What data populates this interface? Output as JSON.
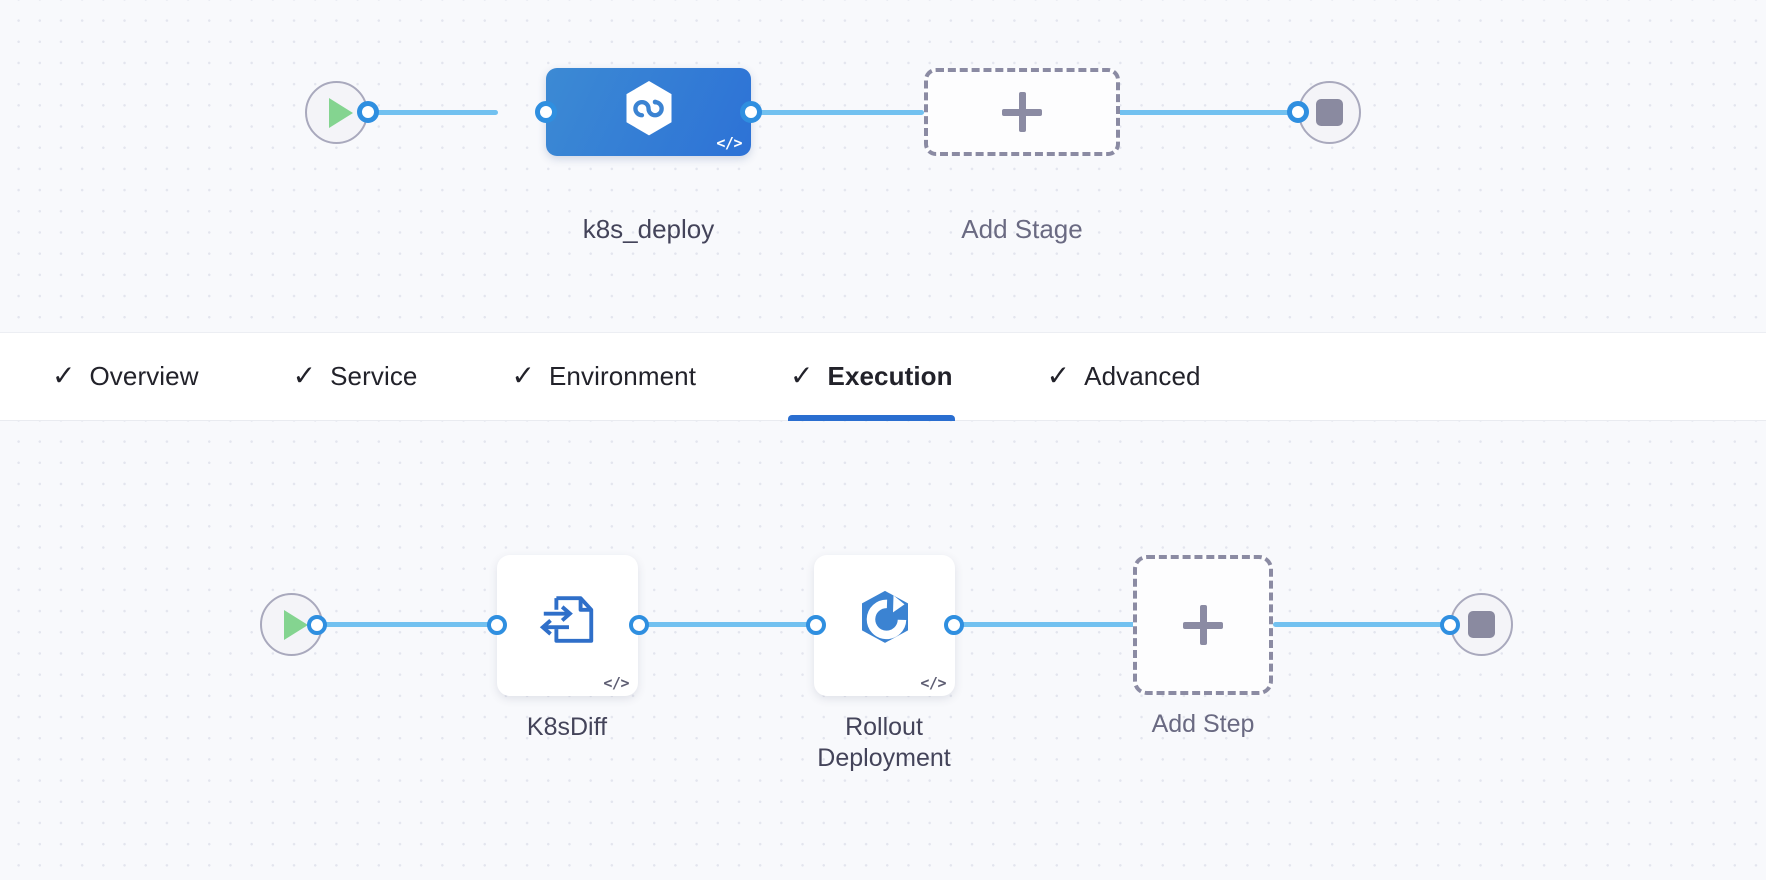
{
  "background": {
    "canvas_color": "#f8f9fc",
    "dot_color": "#e3e5ee",
    "wire_color": "#72c1f0",
    "accent_color": "#2a6ed0",
    "stage_color": "#2d72d6",
    "play_color": "#84d490",
    "stop_color": "#8a8aa0",
    "dashed_color": "#8b8ba3"
  },
  "stage_row": {
    "start_node": {
      "icon": "play-icon",
      "label": ""
    },
    "nodes": [
      {
        "id": "k8s-deploy",
        "label": "k8s_deploy",
        "icon": "kubernetes-hexagon-icon",
        "badge": "</>",
        "type": "stage",
        "selected": true
      },
      {
        "id": "add-stage",
        "label": "Add Stage",
        "icon": "plus-icon",
        "type": "add"
      }
    ],
    "end_node": {
      "icon": "stop-icon",
      "label": ""
    }
  },
  "tabs": {
    "items": [
      {
        "id": "overview",
        "label": "Overview",
        "check": "✓",
        "active": false
      },
      {
        "id": "service",
        "label": "Service",
        "check": "✓",
        "active": false
      },
      {
        "id": "environment",
        "label": "Environment",
        "check": "✓",
        "active": false
      },
      {
        "id": "execution",
        "label": "Execution",
        "check": "✓",
        "active": true
      },
      {
        "id": "advanced",
        "label": "Advanced",
        "check": "✓",
        "active": false
      }
    ]
  },
  "step_row": {
    "start_node": {
      "icon": "play-icon",
      "label": ""
    },
    "nodes": [
      {
        "id": "k8s-diff",
        "label": "K8sDiff",
        "icon": "file-swap-icon",
        "badge": "</>",
        "type": "step"
      },
      {
        "id": "rollout-deployment",
        "label": "Rollout\nDeployment",
        "icon": "rollout-hexagon-icon",
        "badge": "</>",
        "type": "step"
      },
      {
        "id": "add-step",
        "label": "Add Step",
        "icon": "plus-icon",
        "type": "add"
      }
    ],
    "end_node": {
      "icon": "stop-icon",
      "label": ""
    }
  }
}
